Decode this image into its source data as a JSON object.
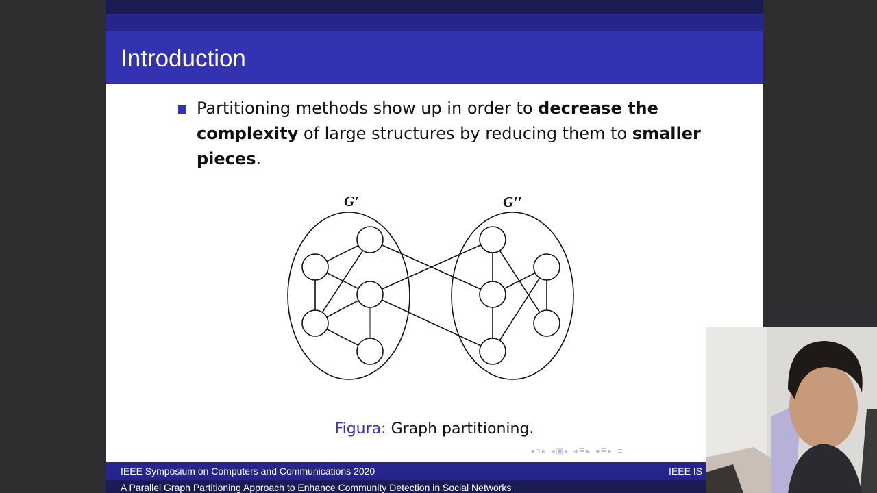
{
  "slide": {
    "title": "Introduction",
    "bullet": {
      "part1": "Partitioning methods show up in order to ",
      "bold1": "decrease the complexity",
      "part2": " of large structures by reducing them to ",
      "bold2": "smaller pieces",
      "part3": "."
    },
    "figure": {
      "left_label": "G'",
      "right_label": "G''"
    },
    "caption": {
      "label": "Figura:",
      "text": "Graph partitioning."
    },
    "footer": {
      "conference": "IEEE Symposium on Computers and Communications 2020",
      "short_name": "IEEE IS",
      "paper_title": "A Parallel Graph Partitioning Approach to Enhance Community Detection in Social Networks"
    }
  },
  "colors": {
    "theme_blue": "#3333b2",
    "dark_blue": "#1c1c55",
    "mid_blue": "#26268a",
    "background": "#2e2e30"
  },
  "navigation_icons": [
    "nav-left-arrow-icon",
    "frame-icon",
    "subsection-icon",
    "section-icon",
    "nav-right-arrow-icon"
  ],
  "webcam": {
    "description_icon": "presenter-video-icon"
  }
}
